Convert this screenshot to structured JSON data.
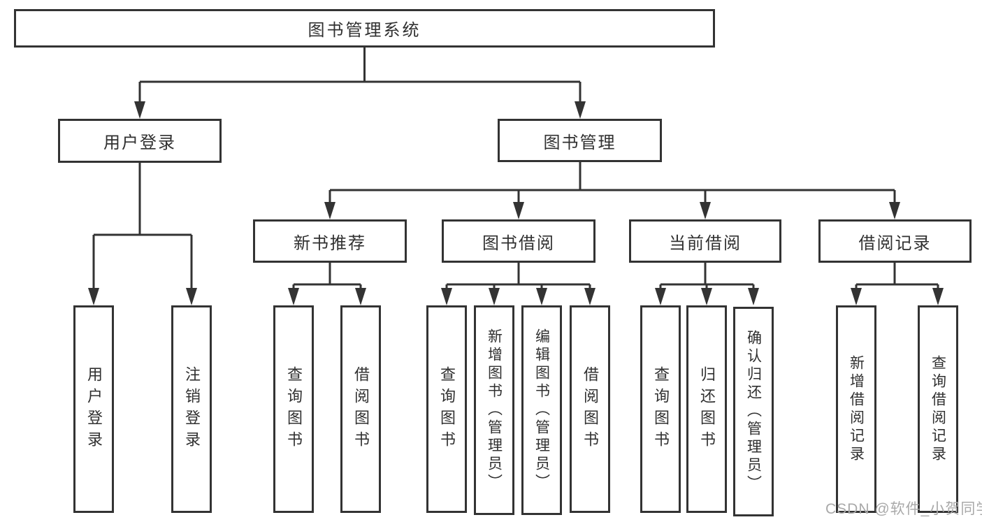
{
  "diagram": {
    "title": "图书管理系统",
    "branches": {
      "user_login": {
        "label": "用户登录",
        "children": [
          "用户登录",
          "注销登录"
        ]
      },
      "book_management": {
        "label": "图书管理",
        "sections": [
          {
            "label": "新书推荐",
            "children": [
              "查询图书",
              "借阅图书"
            ]
          },
          {
            "label": "图书借阅",
            "children": [
              "查询图书",
              "新增图书（管理员）",
              "编辑图书（管理员）",
              "借阅图书"
            ]
          },
          {
            "label": "当前借阅",
            "children": [
              "查询图书",
              "归还图书",
              "确认归还（管理员）"
            ]
          },
          {
            "label": "借阅记录",
            "children": [
              "新增借阅记录",
              "查询借阅记录"
            ]
          }
        ]
      }
    },
    "colors": {
      "line": "#333333",
      "box_border": "#333333",
      "text": "#303030",
      "watermark": "#a9a9a9"
    }
  },
  "watermark": "CSDN @软件_小贺同学"
}
